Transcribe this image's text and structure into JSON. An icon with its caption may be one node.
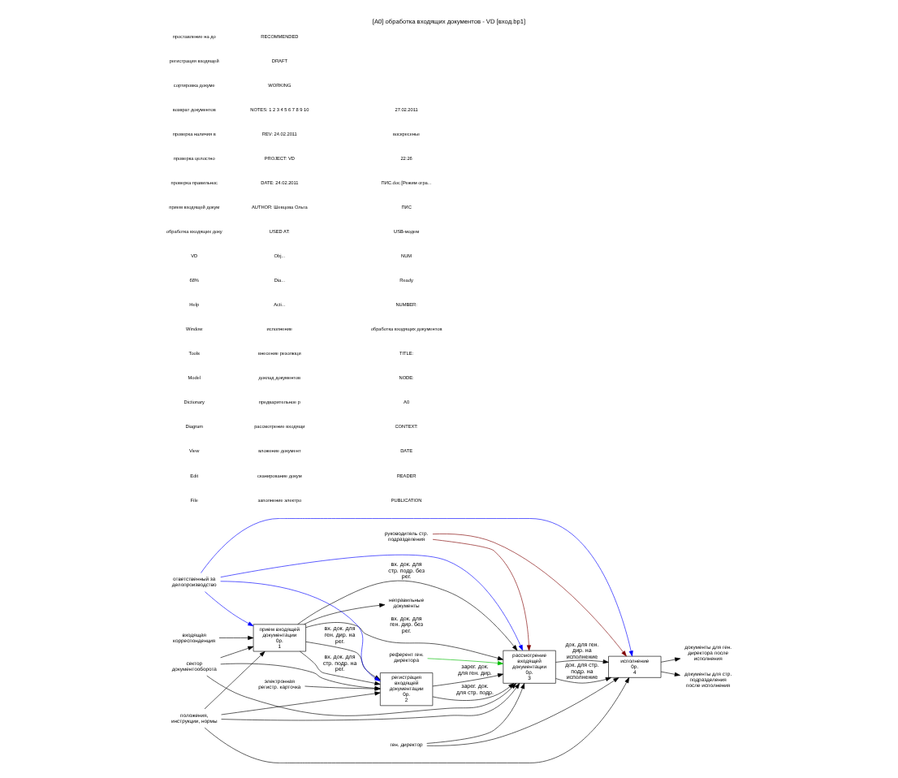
{
  "diagram": {
    "title": "[A0] обработка входящих документов - VD [вход.bp1]",
    "nodes": [
      {
        "text": [
          "входящая корреспонденция"
        ]
      },
      {
        "text": [
          "положения, инструкции, нормы"
        ]
      },
      {
        "text": [
          "неправильные документы"
        ]
      },
      {
        "text": [
          "прием входящей документации",
          "0р.",
          "1"
        ]
      },
      {
        "text": [
          "электронная регистр. карточка"
        ]
      },
      {
        "text": [
          "регистрация входящей документации",
          "0р.",
          "2"
        ]
      },
      {
        "text": [
          "рассмотрение входящей документации",
          "0р.",
          "3"
        ]
      },
      {
        "text": [
          "исполнение",
          "0р.",
          "4"
        ]
      },
      {
        "text": [
          "документы для ген. директора после исполнения"
        ]
      },
      {
        "text": [
          "документы для стр. подразделения после исполнения"
        ]
      },
      {
        "text": [
          "сектор документооборота"
        ]
      },
      {
        "text": [
          "ответственный за делопроизводство"
        ]
      },
      {
        "text": [
          "референт ген. директора"
        ]
      },
      {
        "text": [
          "руководитель стр. подразделения"
        ]
      },
      {
        "text": [
          "ген. директор"
        ]
      }
    ],
    "edges": [
      {
        "from": 0,
        "to": 3,
        "arrow": "to"
      },
      {
        "from": 1,
        "to": 3,
        "arrow": "to"
      },
      {
        "from": 1,
        "to": 5,
        "arrow": "to"
      },
      {
        "from": 1,
        "to": 6,
        "arrow": "to"
      },
      {
        "from": 1,
        "to": 7,
        "arrow": "to"
      },
      {
        "from": 3,
        "to": 2,
        "arrow": "to"
      },
      {
        "from": 3,
        "to": 5,
        "arrow": "to",
        "label": "вх. док. для ген. дир. на рег."
      },
      {
        "from": 3,
        "to": 5,
        "arrow": "to",
        "label": "вх. док. для стр. подр. на рег."
      },
      {
        "from": 4,
        "to": 5,
        "arrow": "to"
      },
      {
        "from": 3,
        "to": 6,
        "arrow": "to",
        "label": "вх. док. для ген. дир. без рег."
      },
      {
        "from": 3,
        "to": 6,
        "arrow": "to",
        "label": "вх. док. для стр. подр. без рег."
      },
      {
        "from": 5,
        "to": 6,
        "arrow": "to",
        "label": "зарег. док. для ген. дир."
      },
      {
        "from": 5,
        "to": 6,
        "arrow": "to",
        "label": "зарег. док. для стр. подр."
      },
      {
        "from": 6,
        "to": 7,
        "arrow": "to",
        "label": "док. для ген. дир. на исполнение"
      },
      {
        "from": 6,
        "to": 7,
        "arrow": "to",
        "label": "док. для стр. подр. на исполнение"
      },
      {
        "from": 7,
        "to": 8,
        "arrow": "to"
      },
      {
        "from": 7,
        "to": 9,
        "arrow": "to"
      },
      {
        "from": 10,
        "to": 3,
        "arrow": "to"
      },
      {
        "from": 10,
        "to": 5,
        "arrow": "to"
      },
      {
        "from": 10,
        "to": 6,
        "arrow": "to"
      },
      {
        "from": 11,
        "to": 3,
        "arrow": "to",
        "color": "#0000ff"
      },
      {
        "from": 11,
        "to": 5,
        "arrow": "to",
        "color": "#0000ff"
      },
      {
        "from": 11,
        "to": 6,
        "arrow": "to",
        "color": "#0000ff"
      },
      {
        "from": 11,
        "to": 7,
        "arrow": "to",
        "color": "#0000ff"
      },
      {
        "from": 12,
        "to": 6,
        "arrow": "to",
        "color": "#00bb00"
      },
      {
        "from": 13,
        "to": 6,
        "arrow": "to",
        "color": "#800000"
      },
      {
        "from": 13,
        "to": 7,
        "arrow": "to",
        "color": "#800000"
      },
      {
        "from": 14,
        "to": 6,
        "arrow": "to"
      },
      {
        "from": 14,
        "to": 7,
        "arrow": "to"
      }
    ],
    "labels": [
      "File",
      "Edit",
      "View",
      "Diagram",
      "Dictionary",
      "Model",
      "Tools",
      "Window",
      "Help",
      "68%",
      "VD",
      "обработка входящих доку",
      "прием входящей докум",
      "проверка правильнос",
      "проверка целостно",
      "проверка наличия в",
      "возврат документов",
      "сортировка докуме",
      "регистрация входящей",
      "проставление на до",
      "заполнение электро",
      "сканирование докум",
      "вложение документ",
      "рассмотрение входящи",
      "предварительное р",
      "доклад документов",
      "внесение резолюци",
      "исполнение",
      "Acti...",
      "Dia...",
      "Obj...",
      "USED AT:",
      "AUTHOR: Шевцова Ольга",
      "DATE: 24.02.2011",
      "PROJECT: VD",
      "REV: 24.02.2011",
      "NOTES: 1 2 3 4 5 6 7 8 9 10",
      "WORKING",
      "DRAFT",
      "RECOMMENDED",
      "PUBLICATION",
      "READER",
      "DATE",
      "CONTEXT:",
      "A0",
      "NODE:",
      "TITLE:",
      "обработка входящих документов",
      "NUMBER:",
      "Ready",
      "NUM",
      "USB-модем",
      "ПИС",
      "ПИС.doc [Режим огра...",
      "22:26",
      "воскресенье",
      "27.02.2011"
    ]
  }
}
